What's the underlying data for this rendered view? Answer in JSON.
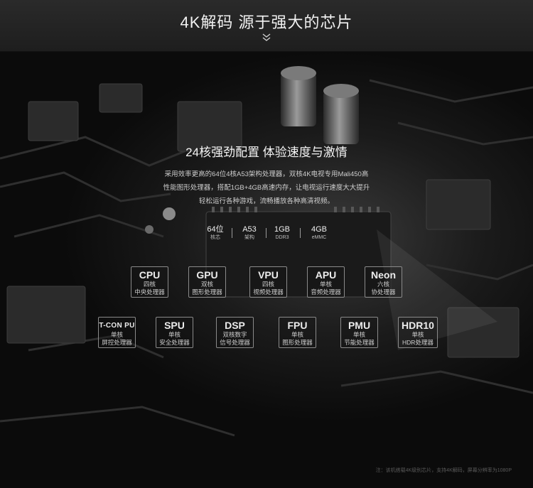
{
  "header": {
    "title": "4K解码  源于强大的芯片"
  },
  "main": {
    "headline": "24核强劲配置 体验速度与激情",
    "description_lines": [
      "采用效率更高的64位4核A53架构处理器，双核4K电视专用Mali450高",
      "性能图形处理器，搭配1GB+4GB高速内存，让电视运行速度大大提升",
      "轻松运行各种游戏，流畅播放各种高清视频。"
    ],
    "specs": [
      {
        "value": "64位",
        "label": "核芯"
      },
      {
        "value": "A53",
        "label": "架构"
      },
      {
        "value": "1GB",
        "label": "DDR3"
      },
      {
        "value": "4GB",
        "label": "eMMC"
      }
    ],
    "chips_row1": [
      {
        "name": "CPU",
        "line1": "四核",
        "line2": "中央处理器"
      },
      {
        "name": "GPU",
        "line1": "双核",
        "line2": "图形处理器"
      },
      {
        "name": "VPU",
        "line1": "四核",
        "line2": "视频处理器"
      },
      {
        "name": "APU",
        "line1": "单核",
        "line2": "音频处理器"
      },
      {
        "name": "Neon",
        "line1": "六核",
        "line2": "协处理器"
      }
    ],
    "chips_row2": [
      {
        "name": "T-CON PU",
        "line1": "单核",
        "line2": "屏控处理器"
      },
      {
        "name": "SPU",
        "line1": "单核",
        "line2": "安全处理器"
      },
      {
        "name": "DSP",
        "line1": "双核数字",
        "line2": "信号处理器"
      },
      {
        "name": "FPU",
        "line1": "单核",
        "line2": "图形处理器"
      },
      {
        "name": "PMU",
        "line1": "单核",
        "line2": "节能处理器"
      },
      {
        "name": "HDR10",
        "line1": "单核",
        "line2": "HDR处理器"
      }
    ],
    "note": "注：该机搭载4K级别芯片，支持4K解码，屏幕分辨率为1080P"
  },
  "icons": {
    "scroll_down": "double-chevron-down-icon"
  }
}
